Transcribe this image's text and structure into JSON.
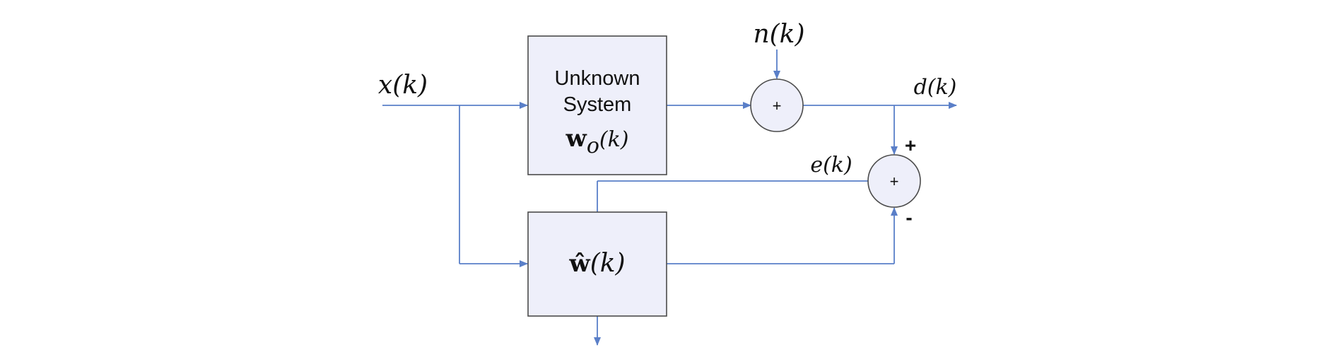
{
  "signals": {
    "input": "x(k)",
    "noise": "n(k)",
    "desired": "d(k)",
    "error": "e(k)"
  },
  "unknown_system": {
    "line1": "Unknown",
    "line2": "System",
    "weight_symbol": "w",
    "weight_subscript": "o",
    "weight_arg": "(k)"
  },
  "adaptive_filter": {
    "weight_symbol": "ŵ",
    "weight_arg": "(k)"
  },
  "summers": {
    "noise_sum_sign": "+",
    "error_sum_sign": "+",
    "error_plus_input": "+",
    "error_minus_input": "-"
  },
  "colors": {
    "wire": "#5a7fc8",
    "block_fill": "#eeeffa",
    "block_stroke": "#4b4b4b"
  }
}
